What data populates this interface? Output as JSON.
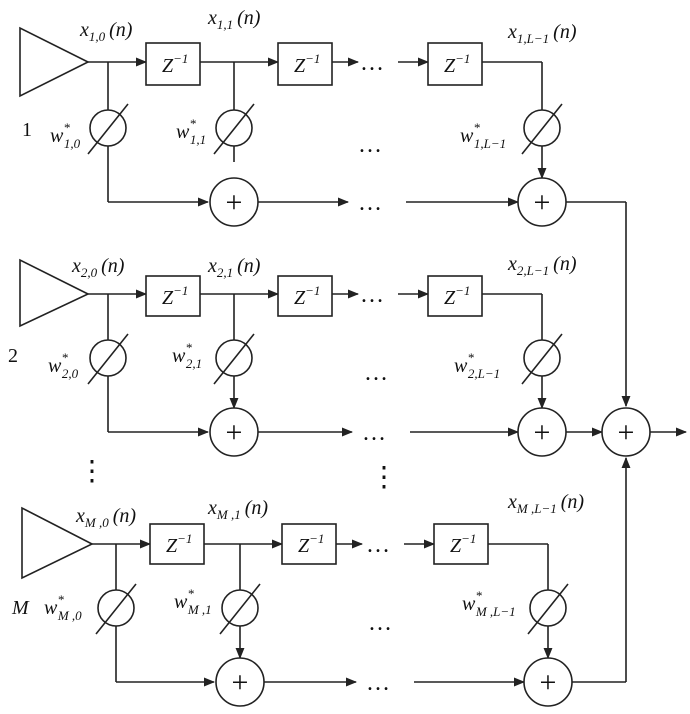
{
  "branches": [
    {
      "label": "1",
      "signals": {
        "x0": {
          "base": "x",
          "sub": "1,0",
          "arg": "(n)"
        },
        "x1": {
          "base": "x",
          "sub": "1,1",
          "arg": "(n)"
        },
        "xL": {
          "base": "x",
          "sub": "1,L−1",
          "arg": "(n)"
        }
      },
      "weights": {
        "w0": {
          "base": "w",
          "sup": "*",
          "sub": "1,0"
        },
        "w1": {
          "base": "w",
          "sup": "*",
          "sub": "1,1"
        },
        "wL": {
          "base": "w",
          "sup": "*",
          "sub": "1,L−1"
        }
      }
    },
    {
      "label": "2",
      "signals": {
        "x0": {
          "base": "x",
          "sub": "2,0",
          "arg": "(n)"
        },
        "x1": {
          "base": "x",
          "sub": "2,1",
          "arg": "(n)"
        },
        "xL": {
          "base": "x",
          "sub": "2,L−1",
          "arg": "(n)"
        }
      },
      "weights": {
        "w0": {
          "base": "w",
          "sup": "*",
          "sub": "2,0"
        },
        "w1": {
          "base": "w",
          "sup": "*",
          "sub": "2,1"
        },
        "wL": {
          "base": "w",
          "sup": "*",
          "sub": "2,L−1"
        }
      }
    },
    {
      "label": "M",
      "signals": {
        "x0": {
          "base": "x",
          "sub": "M ,0",
          "arg": "(n)"
        },
        "x1": {
          "base": "x",
          "sub": "M ,1",
          "arg": "(n)"
        },
        "xL": {
          "base": "x",
          "sub": "M ,L−1",
          "arg": "(n)"
        }
      },
      "weights": {
        "w0": {
          "base": "w",
          "sup": "*",
          "sub": "M ,0"
        },
        "w1": {
          "base": "w",
          "sup": "*",
          "sub": "M ,1"
        },
        "wL": {
          "base": "w",
          "sup": "*",
          "sub": "M ,L−1"
        }
      }
    }
  ],
  "delay": {
    "base": "Z",
    "sup": "−1"
  },
  "ellipsis": "…",
  "vertical_dots": "⋮",
  "plus": "+"
}
